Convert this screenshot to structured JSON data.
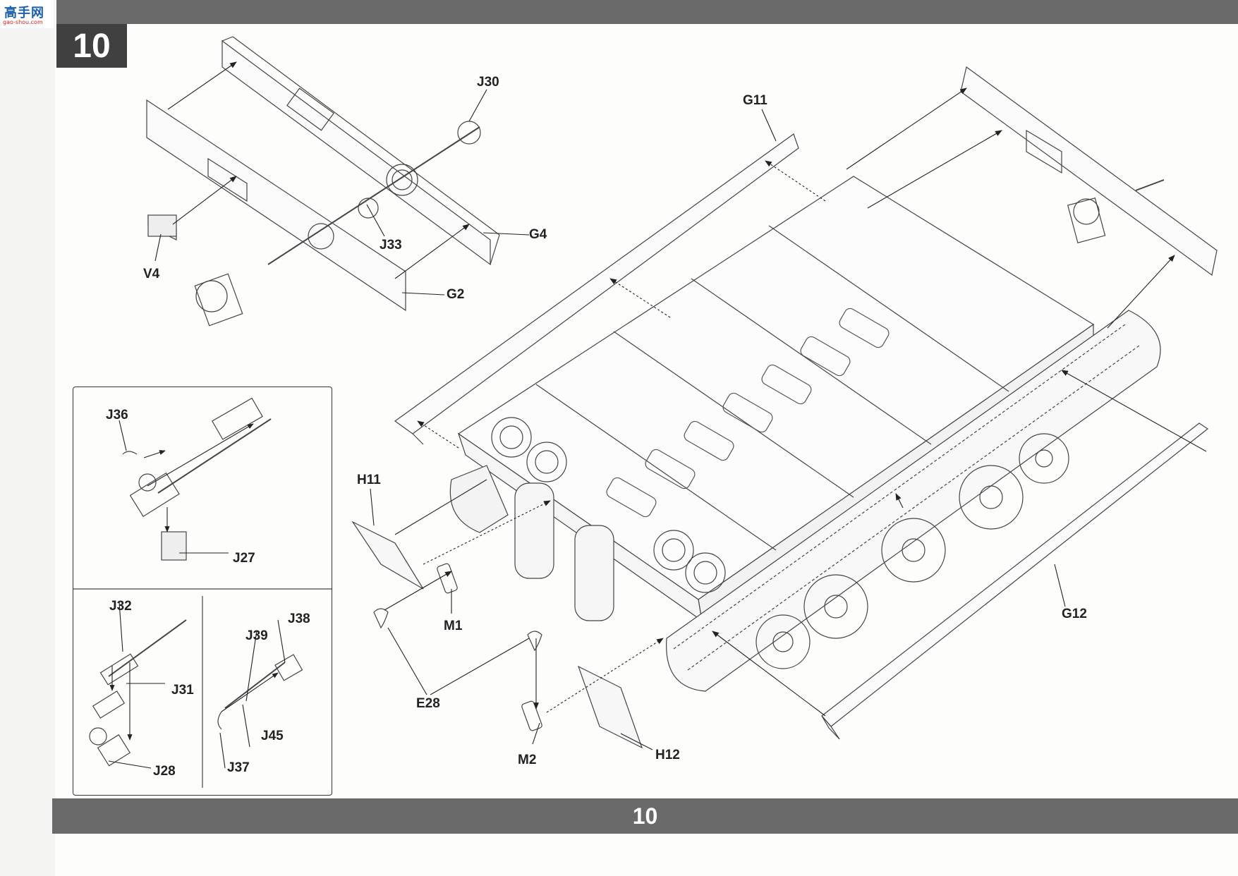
{
  "logo": {
    "main": "高手网",
    "sub": "gao-shou.com"
  },
  "step_number": "10",
  "page_number": "10",
  "labels": {
    "J30": "J30",
    "G11": "G11",
    "G4": "G4",
    "J33": "J33",
    "V4": "V4",
    "G2": "G2",
    "H11": "H11",
    "M1": "M1",
    "E28": "E28",
    "M2": "M2",
    "H12": "H12",
    "G12": "G12",
    "J36": "J36",
    "J27": "J27",
    "J32": "J32",
    "J31": "J31",
    "J28": "J28",
    "J39": "J39",
    "J38": "J38",
    "J45": "J45",
    "J37": "J37"
  }
}
